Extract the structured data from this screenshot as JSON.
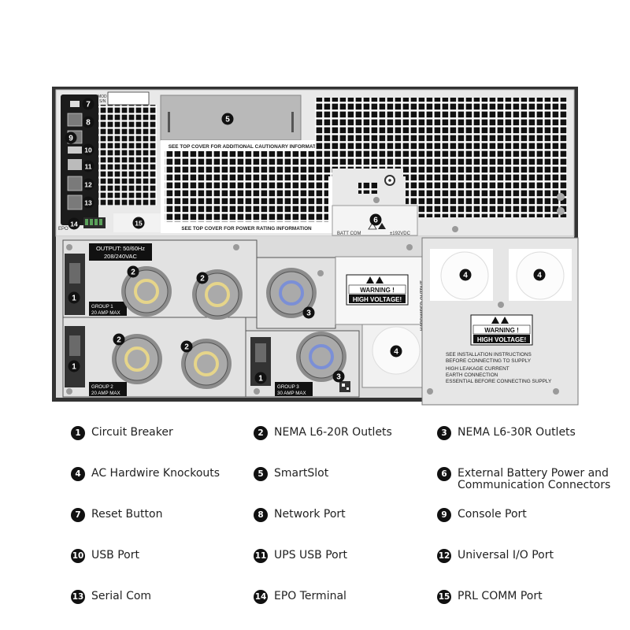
{
  "labels": {
    "output": [
      "OUTPUT: 50/60Hz",
      "208/240VAC"
    ],
    "group1": [
      "GROUP 1",
      "20 AMP MAX"
    ],
    "group2": [
      "GROUP 2",
      "20 AMP MAX"
    ],
    "group3": [
      "GROUP 3",
      "30 AMP MAX"
    ],
    "top_cover_caution": "SEE TOP COVER FOR ADDITIONAL CAUTIONARY INFORMATION",
    "top_cover_power": "SEE TOP COVER FOR POWER RATING INFORMATION",
    "batt_com": "BATT COM",
    "vdc": "±192VDC",
    "hardwired_output": "HARDWIRED OUTPUT",
    "warning": "WARNING !",
    "high_voltage": "HIGH VOLTAGE!",
    "notice": [
      "SEE INSTALLATION INSTRUCTIONS",
      "BEFORE CONNECTING TO SUPPLY",
      "HIGH LEAKAGE CURRENT",
      "EARTH CONNECTION",
      "ESSENTIAL BEFORE CONNECTING SUPPLY"
    ],
    "mod_sn": [
      "MOD",
      "S/N"
    ],
    "epo": "EPO"
  },
  "legend": [
    {
      "num": "1",
      "label": "Circuit Breaker"
    },
    {
      "num": "2",
      "label": "NEMA L6-20R Outlets"
    },
    {
      "num": "3",
      "label": "NEMA L6-30R Outlets"
    },
    {
      "num": "4",
      "label": "AC Hardwire Knockouts"
    },
    {
      "num": "5",
      "label": "SmartSlot"
    },
    {
      "num": "6",
      "label": "External Battery Power and\nCommunication Connectors"
    },
    {
      "num": "7",
      "label": "Reset Button"
    },
    {
      "num": "8",
      "label": "Network Port"
    },
    {
      "num": "9",
      "label": "Console Port"
    },
    {
      "num": "10",
      "label": "USB Port"
    },
    {
      "num": "11",
      "label": "UPS USB Port"
    },
    {
      "num": "12",
      "label": "Universal I/O Port"
    },
    {
      "num": "13",
      "label": "Serial Com"
    },
    {
      "num": "14",
      "label": "EPO Terminal"
    },
    {
      "num": "15",
      "label": "PRL COMM Port"
    }
  ],
  "colors": {
    "yellow_outlet": "#e6d58a",
    "blue_outlet": "#7b8fd6",
    "marker": "#111111"
  }
}
